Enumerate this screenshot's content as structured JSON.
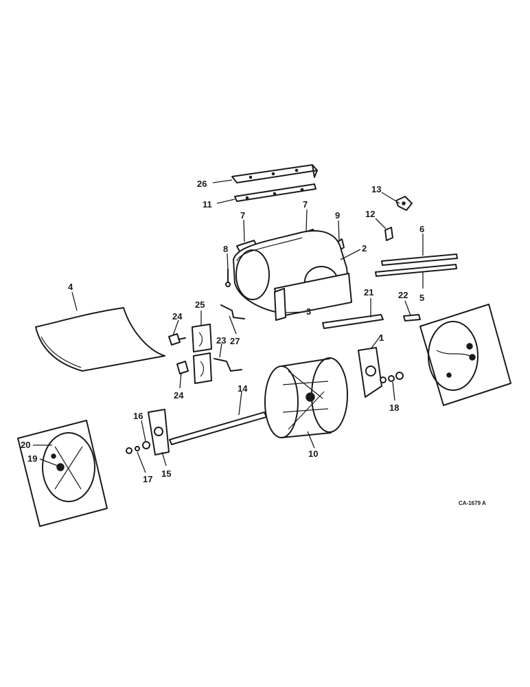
{
  "callouts": {
    "c1": "1",
    "c2": "2",
    "c3": "3",
    "c4": "4",
    "c5": "5",
    "c6": "6",
    "c7a": "7",
    "c7b": "7",
    "c8": "8",
    "c9": "9",
    "c10": "10",
    "c11": "11",
    "c12": "12",
    "c13": "13",
    "c14": "14",
    "c15": "15",
    "c16": "16",
    "c17": "17",
    "c18": "18",
    "c19": "19",
    "c20": "20",
    "c21": "21",
    "c22": "22",
    "c23": "23",
    "c24a": "24",
    "c24b": "24",
    "c25": "25",
    "c26": "26",
    "c27": "27"
  },
  "drawing_code": "CA-1679 A"
}
